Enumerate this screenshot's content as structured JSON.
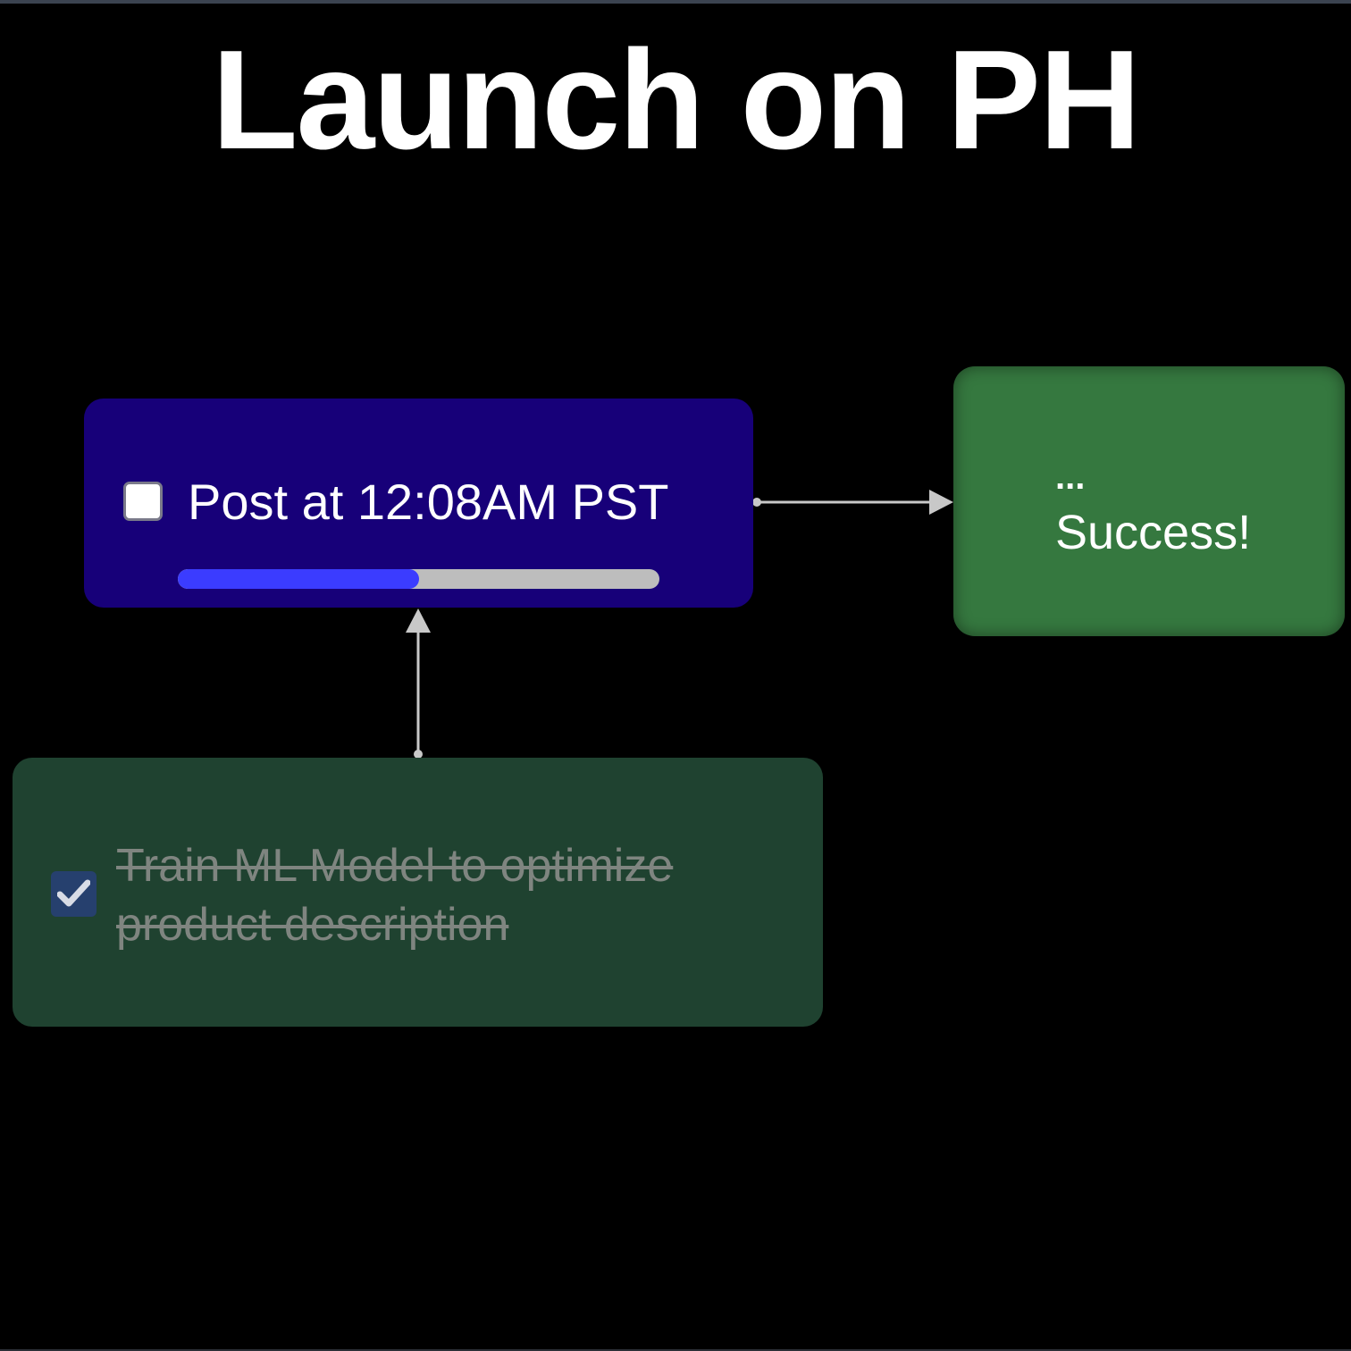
{
  "title": "Launch on PH",
  "nodes": {
    "post": {
      "label": "Post at 12:08AM PST",
      "checked": false,
      "progress_percent": 50,
      "color": "#170079"
    },
    "success": {
      "ellipsis": "...",
      "label": "Success!",
      "color": "#35783f"
    },
    "train": {
      "label": "Train ML Model to optimize product description",
      "checked": true,
      "completed": true,
      "color": "#1f4230"
    }
  },
  "edges": [
    {
      "from": "post",
      "to": "success"
    },
    {
      "from": "train",
      "to": "post"
    }
  ],
  "colors": {
    "background": "#000000",
    "progress_fill": "#3b3cff",
    "progress_track": "#bdbdbd",
    "edge": "#c8c8c8",
    "checkbox_checked": "#26406e"
  },
  "icons": {
    "post_checkbox": "unchecked-box-icon",
    "train_checkbox": "checkmark-icon",
    "edge_arrow": "arrowhead-icon"
  }
}
